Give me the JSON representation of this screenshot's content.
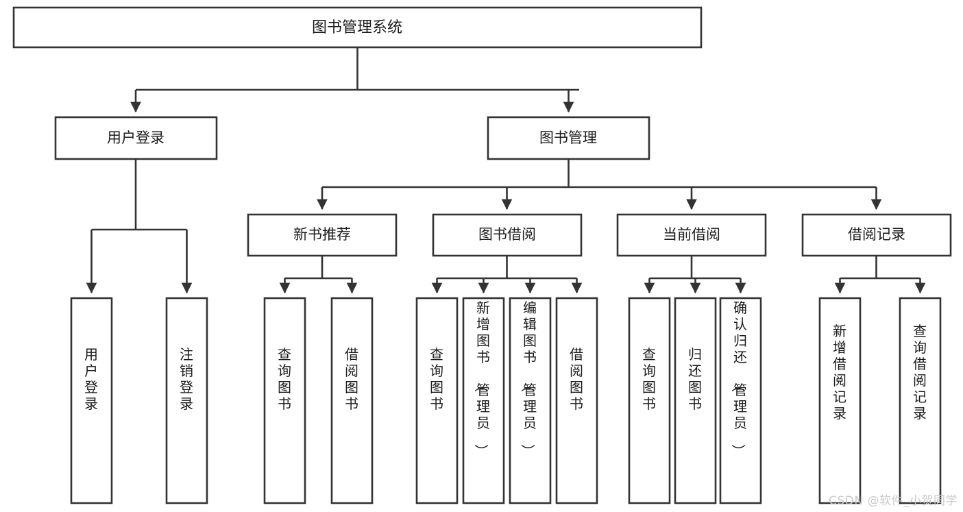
{
  "diagram": {
    "type": "tree-hierarchy",
    "title": "图书管理系统",
    "watermark": "CSDN @软件_小贺同学",
    "nodes": {
      "root": {
        "id": "root",
        "label": "图书管理系统",
        "level": 0
      },
      "level1": [
        {
          "id": "user-login",
          "label": "用户登录"
        },
        {
          "id": "book-management",
          "label": "图书管理"
        }
      ],
      "level2": [
        {
          "id": "new-book-recommend",
          "label": "新书推荐",
          "parent": "book-management"
        },
        {
          "id": "book-borrow",
          "label": "图书借阅",
          "parent": "book-management"
        },
        {
          "id": "current-borrow",
          "label": "当前借阅",
          "parent": "book-management"
        },
        {
          "id": "borrow-record",
          "label": "借阅记录",
          "parent": "book-management"
        }
      ],
      "leaves": [
        {
          "id": "leaf-user-login",
          "label": "用户登录",
          "parent": "user-login"
        },
        {
          "id": "leaf-logout-login",
          "label": "注销登录",
          "parent": "user-login"
        },
        {
          "id": "leaf-query-book-1",
          "label": "查询图书",
          "parent": "new-book-recommend"
        },
        {
          "id": "leaf-borrow-book-1",
          "label": "借阅图书",
          "parent": "new-book-recommend"
        },
        {
          "id": "leaf-query-book-2",
          "label": "查询图书",
          "parent": "book-borrow"
        },
        {
          "id": "leaf-add-book",
          "label": "新增图书（管理员）",
          "parent": "book-borrow"
        },
        {
          "id": "leaf-edit-book",
          "label": "编辑图书（管理员）",
          "parent": "book-borrow"
        },
        {
          "id": "leaf-borrow-book-2",
          "label": "借阅图书",
          "parent": "book-borrow"
        },
        {
          "id": "leaf-query-book-3",
          "label": "查询图书",
          "parent": "current-borrow"
        },
        {
          "id": "leaf-return-book",
          "label": "归还图书",
          "parent": "current-borrow"
        },
        {
          "id": "leaf-confirm-return",
          "label": "确认归还（管理员）",
          "parent": "current-borrow"
        },
        {
          "id": "leaf-add-borrow-record",
          "label": "新增借阅记录",
          "parent": "borrow-record"
        },
        {
          "id": "leaf-query-borrow-record",
          "label": "查询借阅记录",
          "parent": "borrow-record"
        }
      ]
    },
    "colors": {
      "box_stroke": "#333333",
      "box_fill": "#ffffff",
      "text": "#1b1b1b",
      "edge": "#333333",
      "watermark": "#c9c9c9",
      "background": "#ffffff"
    }
  }
}
